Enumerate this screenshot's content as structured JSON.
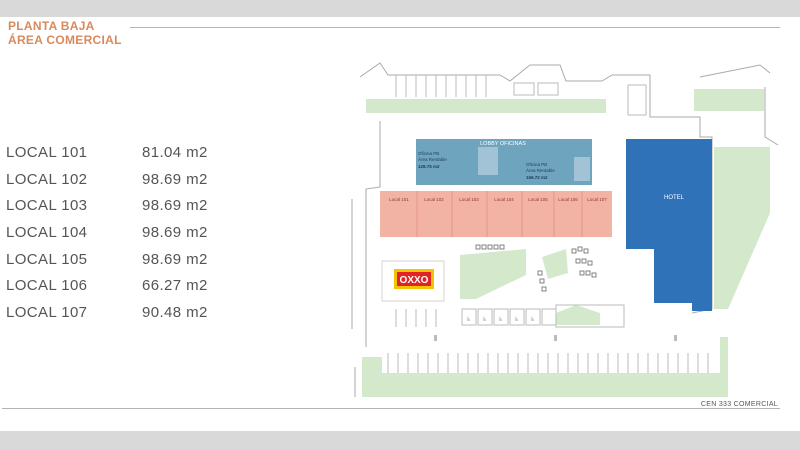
{
  "header": {
    "line1": "PLANTA BAJA",
    "line2": "ÁREA COMERCIAL"
  },
  "units": [
    {
      "name": "LOCAL 101",
      "area": "81.04 m2"
    },
    {
      "name": "LOCAL 102",
      "area": "98.69 m2"
    },
    {
      "name": "LOCAL 103",
      "area": "98.69 m2"
    },
    {
      "name": "LOCAL 104",
      "area": "98.69 m2"
    },
    {
      "name": "LOCAL 105",
      "area": "98.69 m2"
    },
    {
      "name": "LOCAL 106",
      "area": "66.27 m2"
    },
    {
      "name": "LOCAL 107",
      "area": "90.48 m2"
    }
  ],
  "plan": {
    "lobby": "LOBBY OFICINAS",
    "office_left": {
      "line1": "Oficina PB",
      "line2": "Área Rentable",
      "line3": "128.75 m2"
    },
    "office_right": {
      "line1": "Oficina PB",
      "line2": "Área Rentable",
      "line3": "166.72 m2"
    },
    "hotel": "HOTEL",
    "local_labels": [
      "Local 101",
      "Local 102",
      "Local 103",
      "Local 104",
      "Local 105",
      "Local 106",
      "Local 107"
    ],
    "store_logo": "OXXO"
  },
  "footer": "CEN 333 COMERCIAL",
  "colors": {
    "accent": "#d98a5c",
    "locals": "#f2b2a4",
    "offices": "#6fa4bf",
    "hotel": "#2f72b8",
    "green": "#d4e9cc",
    "oxxo_red": "#e02424",
    "oxxo_yellow": "#f5c400"
  }
}
